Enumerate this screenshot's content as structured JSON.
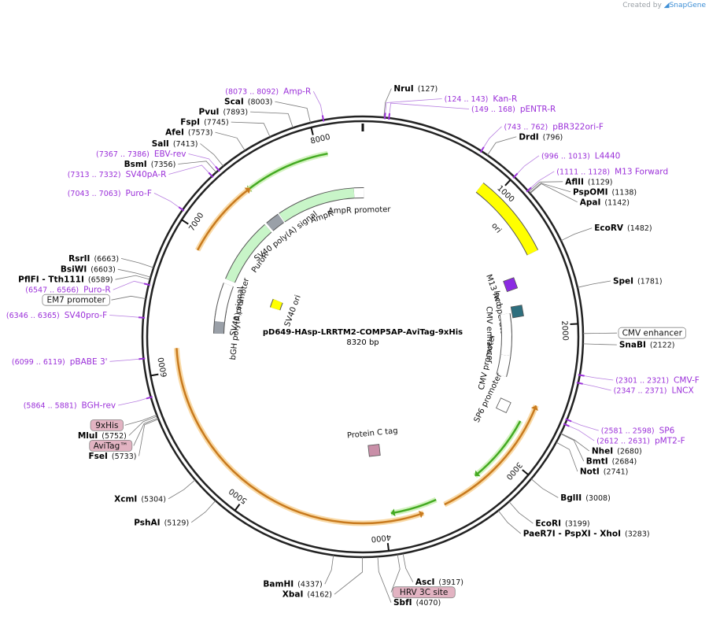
{
  "credit": {
    "prefix": "Created by",
    "brand": "SnapGene"
  },
  "plasmid": {
    "name": "pD649-HAsp-LRRTM2-COMP5AP-AviTag-9xHis",
    "length": 8320,
    "length_label": "8320 bp"
  },
  "ticks": [
    {
      "pos": 1000,
      "label": "1000"
    },
    {
      "pos": 2000,
      "label": "2000"
    },
    {
      "pos": 3000,
      "label": "3000"
    },
    {
      "pos": 4000,
      "label": "4000"
    },
    {
      "pos": 5000,
      "label": "5000"
    },
    {
      "pos": 6000,
      "label": "6000"
    },
    {
      "pos": 7000,
      "label": "7000"
    },
    {
      "pos": 8000,
      "label": "8000"
    }
  ],
  "features": [
    {
      "name": "ori",
      "start": 880,
      "end": 1470,
      "color": "#ffff00",
      "lane": 0
    },
    {
      "name": "M13 fwd",
      "start": 1620,
      "end": 1640,
      "color": "#8b2be2",
      "lane": 1,
      "dir": "cw"
    },
    {
      "name": "lac operator",
      "start": 1850,
      "end": 1880,
      "color": "#2e6f7e",
      "lane": 1
    },
    {
      "name": "CMV enhancer",
      "start": 1870,
      "end": 2250,
      "color": "#ffffff",
      "lane": 2
    },
    {
      "name": "CMV promoter",
      "start": 2250,
      "end": 2440,
      "color": "#ffffff",
      "lane": 2
    },
    {
      "name": "SP6 promoter",
      "start": 2660,
      "end": 2700,
      "color": "#ffffff",
      "lane": 1
    },
    {
      "name": "Protein C tag",
      "start": 4010,
      "end": 4045,
      "color": "#c98fa8",
      "lane": 3
    },
    {
      "name": "bGH poly(A) signal",
      "start": 6270,
      "end": 6490,
      "color": "#9aa0a8",
      "lane": 2
    },
    {
      "name": "SV40 promoter",
      "start": 6380,
      "end": 6730,
      "color": "#ffffff",
      "lane": 2
    },
    {
      "name": "SV40 ori",
      "start": 6650,
      "end": 6770,
      "color": "#ffff00",
      "lane": 4
    },
    {
      "name": "PuroR",
      "start": 6770,
      "end": 7370,
      "color": "#c8f5c8",
      "lane": 2
    },
    {
      "name": "SV40 poly(A) signal",
      "start": 7390,
      "end": 7520,
      "color": "#9aa0a8",
      "lane": 2
    },
    {
      "name": "AmpR",
      "start": 7530,
      "end": 8240,
      "color": "#c8f5c8",
      "lane": 2
    },
    {
      "name": "AmpR promoter",
      "start": 8240,
      "end": 10,
      "color": "#ffffff",
      "lane": 2
    }
  ],
  "arcs": [
    {
      "start": 2730,
      "end": 3260,
      "color": "#44aa22",
      "lane": 1,
      "dir": "cw"
    },
    {
      "start": 2580,
      "end": 3560,
      "color": "#c87a1e",
      "lane": 0,
      "dir": "ccw"
    },
    {
      "start": 3720,
      "end": 6160,
      "color": "#c87a1e",
      "lane": 0,
      "dir": "ccw"
    },
    {
      "start": 3600,
      "end": 3950,
      "color": "#44aa22",
      "lane": 1,
      "dir": "cw"
    },
    {
      "start": 7430,
      "end": 8070,
      "color": "#44aa22",
      "lane": 0,
      "dir": "ccw"
    },
    {
      "start": 6880,
      "end": 7460,
      "color": "#c87a1e",
      "lane": 0,
      "dir": "cw"
    }
  ],
  "sites": [
    {
      "name": "NruI",
      "pos": "(127)",
      "bp": 127,
      "kind": "enzyme"
    },
    {
      "name": "DrdI",
      "pos": "(796)",
      "bp": 796,
      "kind": "enzyme"
    },
    {
      "name": "AflII",
      "pos": "(1129)",
      "bp": 1129,
      "kind": "enzyme"
    },
    {
      "name": "PspOMI",
      "pos": "(1138)",
      "bp": 1138,
      "kind": "enzyme"
    },
    {
      "name": "ApaI",
      "pos": "(1142)",
      "bp": 1142,
      "kind": "enzyme"
    },
    {
      "name": "EcoRV",
      "pos": "(1482)",
      "bp": 1482,
      "kind": "enzyme"
    },
    {
      "name": "SpeI",
      "pos": "(1781)",
      "bp": 1781,
      "kind": "enzyme"
    },
    {
      "name": "SnaBI",
      "pos": "(2122)",
      "bp": 2122,
      "kind": "enzyme"
    },
    {
      "name": "NheI",
      "pos": "(2680)",
      "bp": 2680,
      "kind": "enzyme"
    },
    {
      "name": "BmtI",
      "pos": "(2684)",
      "bp": 2684,
      "kind": "enzyme"
    },
    {
      "name": "NotI",
      "pos": "(2741)",
      "bp": 2741,
      "kind": "enzyme"
    },
    {
      "name": "BglII",
      "pos": "(3008)",
      "bp": 3008,
      "kind": "enzyme"
    },
    {
      "name": "EcoRI",
      "pos": "(3199)",
      "bp": 3199,
      "kind": "enzyme"
    },
    {
      "name": "PaeR7I - PspXI - XhoI",
      "pos": "(3283)",
      "bp": 3283,
      "kind": "enzyme"
    },
    {
      "name": "AscI",
      "pos": "(3917)",
      "bp": 3917,
      "kind": "enzyme"
    },
    {
      "name": "SbfI",
      "pos": "(4070)",
      "bp": 4070,
      "kind": "enzyme"
    },
    {
      "name": "XbaI",
      "pos": "(4162)",
      "bp": 4162,
      "kind": "enzyme"
    },
    {
      "name": "BamHI",
      "pos": "(4337)",
      "bp": 4337,
      "kind": "enzyme"
    },
    {
      "name": "PshAI",
      "pos": "(5129)",
      "bp": 5129,
      "kind": "enzyme"
    },
    {
      "name": "XcmI",
      "pos": "(5304)",
      "bp": 5304,
      "kind": "enzyme"
    },
    {
      "name": "FseI",
      "pos": "(5733)",
      "bp": 5733,
      "kind": "enzyme"
    },
    {
      "name": "MluI",
      "pos": "(5752)",
      "bp": 5752,
      "kind": "enzyme"
    },
    {
      "name": "PflFI - Tth111I",
      "pos": "(6589)",
      "bp": 6589,
      "kind": "enzyme"
    },
    {
      "name": "BsiWI",
      "pos": "(6603)",
      "bp": 6603,
      "kind": "enzyme"
    },
    {
      "name": "RsrII",
      "pos": "(6663)",
      "bp": 6663,
      "kind": "enzyme"
    },
    {
      "name": "BsmI",
      "pos": "(7356)",
      "bp": 7356,
      "kind": "enzyme"
    },
    {
      "name": "SalI",
      "pos": "(7413)",
      "bp": 7413,
      "kind": "enzyme"
    },
    {
      "name": "AfeI",
      "pos": "(7573)",
      "bp": 7573,
      "kind": "enzyme"
    },
    {
      "name": "FspI",
      "pos": "(7745)",
      "bp": 7745,
      "kind": "enzyme"
    },
    {
      "name": "PvuI",
      "pos": "(7893)",
      "bp": 7893,
      "kind": "enzyme"
    },
    {
      "name": "ScaI",
      "pos": "(8003)",
      "bp": 8003,
      "kind": "enzyme"
    }
  ],
  "primers": [
    {
      "name": "Kan-R",
      "range": "(124 .. 143)",
      "bp": 133
    },
    {
      "name": "pENTR-R",
      "range": "(149 .. 168)",
      "bp": 158
    },
    {
      "name": "pBR322ori-F",
      "range": "(743 .. 762)",
      "bp": 752
    },
    {
      "name": "L4440",
      "range": "(996 .. 1013)",
      "bp": 1004
    },
    {
      "name": "M13 Forward",
      "range": "(1111 .. 1128)",
      "bp": 1120
    },
    {
      "name": "CMV-F",
      "range": "(2301 .. 2321)",
      "bp": 2311
    },
    {
      "name": "LNCX",
      "range": "(2347 .. 2371)",
      "bp": 2359
    },
    {
      "name": "SP6",
      "range": "(2581 .. 2598)",
      "bp": 2590
    },
    {
      "name": "pMT2-F",
      "range": "(2612 .. 2631)",
      "bp": 2621
    },
    {
      "name": "BGH-rev",
      "range": "(5864 .. 5881)",
      "bp": 5872
    },
    {
      "name": "pBABE 3'",
      "range": "(6099 .. 6119)",
      "bp": 6109
    },
    {
      "name": "SV40pro-F",
      "range": "(6346 .. 6365)",
      "bp": 6355
    },
    {
      "name": "Puro-R",
      "range": "(6547 .. 6566)",
      "bp": 6556
    },
    {
      "name": "Puro-F",
      "range": "(7043 .. 7063)",
      "bp": 7053
    },
    {
      "name": "SV40pA-R",
      "range": "(7313 .. 7332)",
      "bp": 7322
    },
    {
      "name": "EBV-rev",
      "range": "(7367 .. 7386)",
      "bp": 7376
    },
    {
      "name": "Amp-R",
      "range": "(8073 .. 8092)",
      "bp": 8082
    }
  ],
  "boxed_labels": [
    {
      "name": "CMV enhancer",
      "bp": 2060,
      "fill": "#ffffff"
    },
    {
      "name": "EM7 promoter",
      "bp": 6470,
      "fill": "#ffffff"
    },
    {
      "name": "9xHis",
      "bp": 5760,
      "fill": "#e2b3c2"
    },
    {
      "name": "AviTag™",
      "bp": 5740,
      "fill": "#e2b3c2"
    },
    {
      "name": "HRV 3C site",
      "bp": 3950,
      "fill": "#e2b3c2"
    }
  ],
  "colors": {
    "backbone": "#222222",
    "enzyme": "#000000",
    "primer": "#9b30d9",
    "leader": "#888888"
  }
}
